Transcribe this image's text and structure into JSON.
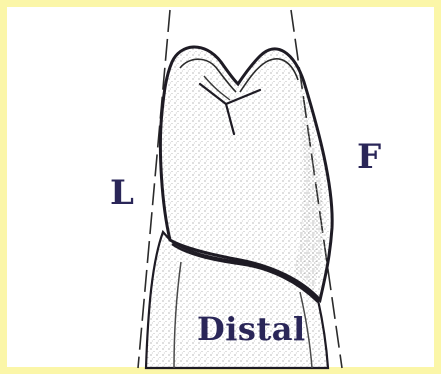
{
  "figure": {
    "labels": {
      "lingual": "L",
      "facial": "F",
      "surface": "Distal"
    },
    "colors": {
      "border": "#fbf6a8",
      "ink": "#1e1b24",
      "label": "#2a2658",
      "stipple": "#9a9a9a"
    }
  }
}
